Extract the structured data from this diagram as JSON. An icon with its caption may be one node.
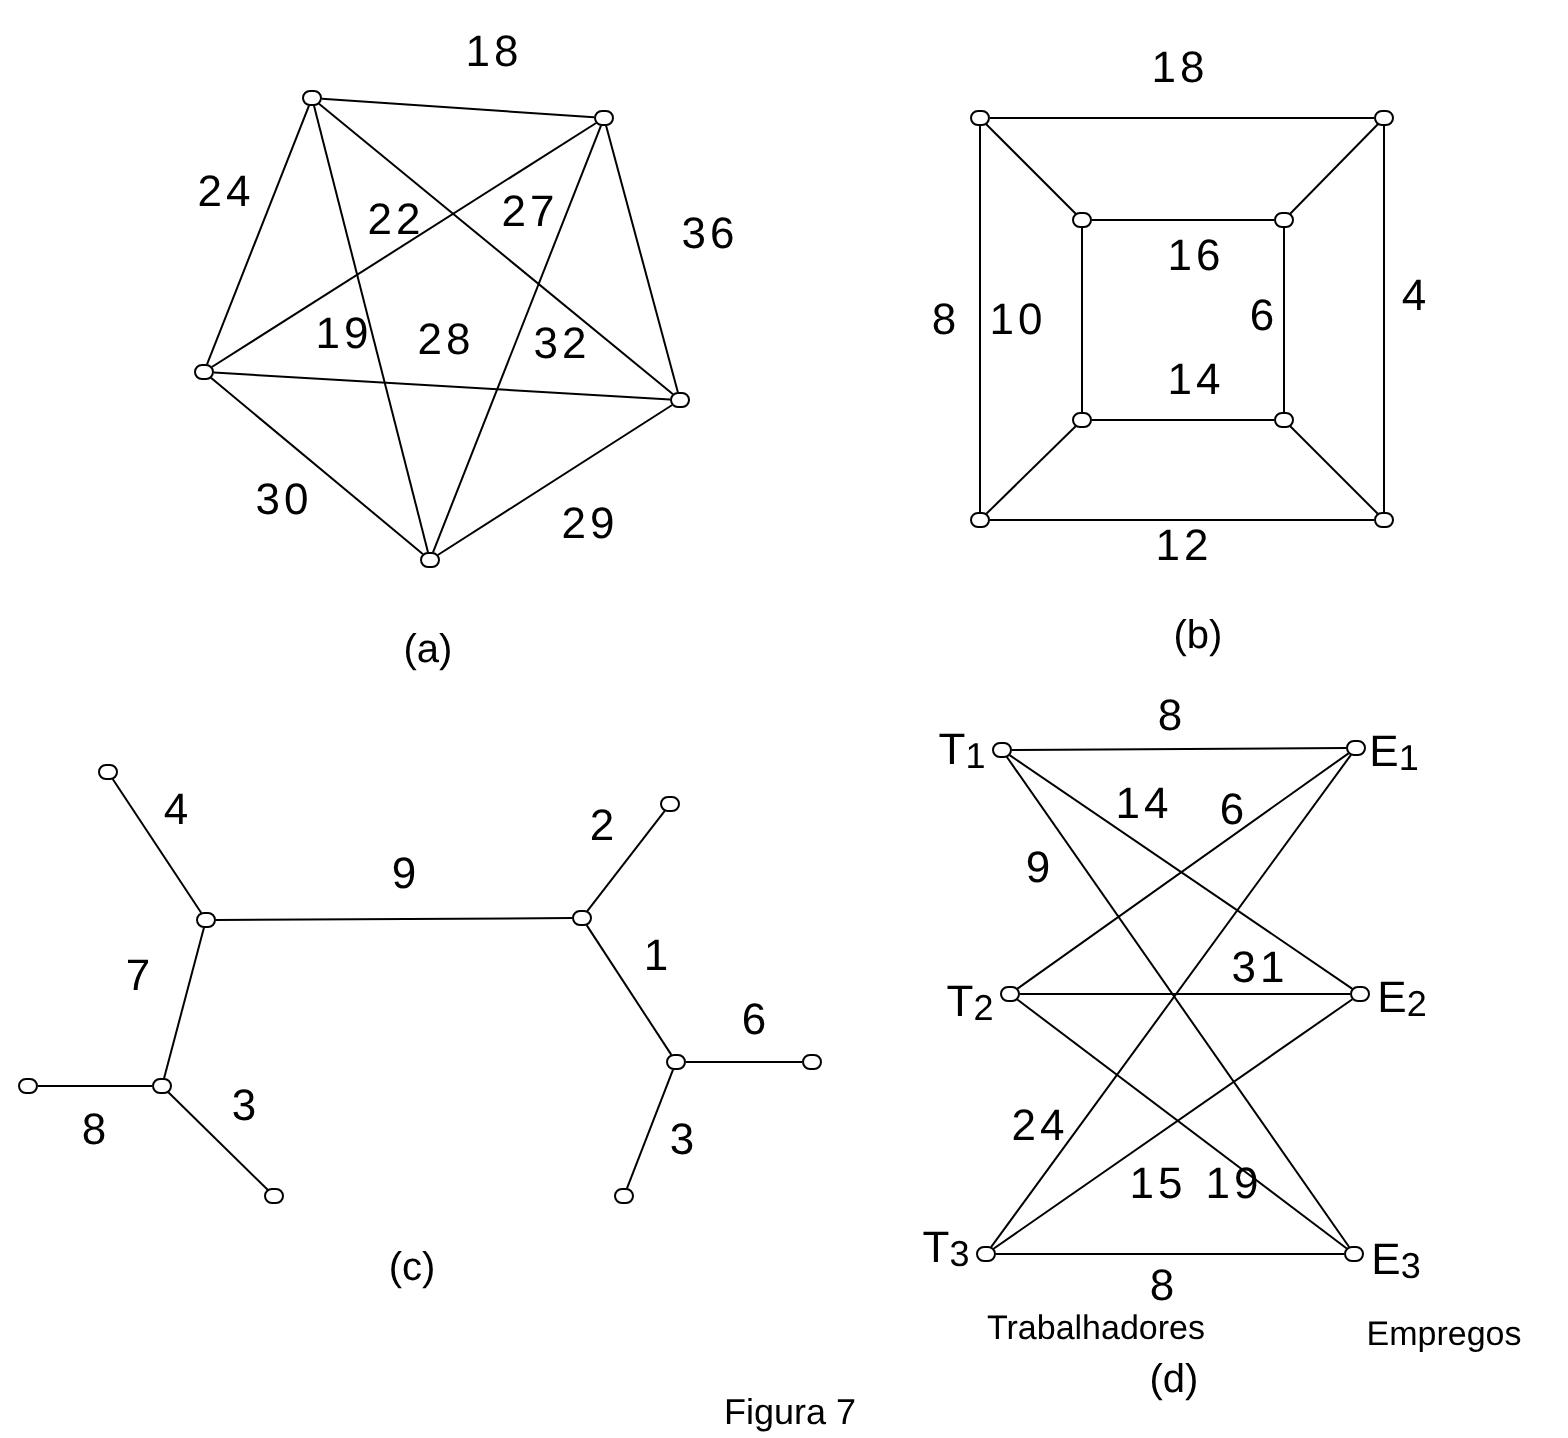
{
  "diagram": {
    "caption": "Figura 7",
    "nodes": [
      {
        "text": [],
        "shape": "circle"
      },
      {
        "text": [],
        "shape": "circle"
      },
      {
        "text": [],
        "shape": "circle"
      },
      {
        "text": [],
        "shape": "circle"
      },
      {
        "text": [],
        "shape": "circle"
      },
      {
        "text": [],
        "shape": "circle"
      },
      {
        "text": [],
        "shape": "circle"
      },
      {
        "text": [],
        "shape": "circle"
      },
      {
        "text": [],
        "shape": "circle"
      },
      {
        "text": [],
        "shape": "circle"
      },
      {
        "text": [],
        "shape": "circle"
      },
      {
        "text": [],
        "shape": "circle"
      },
      {
        "text": [],
        "shape": "circle"
      },
      {
        "text": [],
        "shape": "circle"
      },
      {
        "text": [],
        "shape": "circle"
      },
      {
        "text": [],
        "shape": "circle"
      },
      {
        "text": [],
        "shape": "circle"
      },
      {
        "text": [],
        "shape": "circle"
      },
      {
        "text": [],
        "shape": "circle"
      },
      {
        "text": [],
        "shape": "circle"
      },
      {
        "text": [],
        "shape": "circle"
      },
      {
        "text": [],
        "shape": "circle"
      },
      {
        "text": [],
        "shape": "circle"
      },
      {
        "text": [],
        "shape": "circle",
        "beside": [
          "T$_{1}$"
        ]
      },
      {
        "text": [],
        "shape": "circle",
        "beside": [
          "E$_{1}$"
        ]
      },
      {
        "text": [],
        "shape": "circle",
        "beside": [
          "T$_{2}$"
        ]
      },
      {
        "text": [],
        "shape": "circle",
        "beside": [
          "E$_{2}$"
        ]
      },
      {
        "text": [],
        "shape": "circle",
        "beside": [
          "T$_{3}$"
        ]
      },
      {
        "text": [],
        "shape": "circle",
        "beside": [
          "E$_{3}$"
        ]
      }
    ],
    "edges": [
      {
        "from": 0,
        "to": 1,
        "arrow": "none",
        "label": "18"
      },
      {
        "from": 0,
        "to": 2,
        "arrow": "none",
        "label": "24"
      },
      {
        "from": 0,
        "to": 4,
        "arrow": "none"
      },
      {
        "from": 0,
        "to": 3,
        "arrow": "none"
      },
      {
        "from": 1,
        "to": 2,
        "arrow": "none"
      },
      {
        "from": 1,
        "to": 4,
        "arrow": "none"
      },
      {
        "from": 1,
        "to": 3,
        "arrow": "none",
        "label": "36"
      },
      {
        "from": 2,
        "to": 3,
        "arrow": "none"
      },
      {
        "from": 2,
        "to": 4,
        "arrow": "none",
        "label": "30"
      },
      {
        "from": 3,
        "to": 4,
        "arrow": "none",
        "label": "29"
      },
      {
        "from": 5,
        "to": 6,
        "arrow": "none",
        "label": "18"
      },
      {
        "from": 5,
        "to": 11,
        "arrow": "none",
        "label": "8"
      },
      {
        "from": 6,
        "to": 12,
        "arrow": "none",
        "label": "4"
      },
      {
        "from": 11,
        "to": 12,
        "arrow": "none",
        "label": "12"
      },
      {
        "from": 5,
        "to": 7,
        "arrow": "none"
      },
      {
        "from": 6,
        "to": 8,
        "arrow": "none"
      },
      {
        "from": 9,
        "to": 11,
        "arrow": "none"
      },
      {
        "from": 10,
        "to": 12,
        "arrow": "none"
      },
      {
        "from": 7,
        "to": 8,
        "arrow": "none",
        "label": "16"
      },
      {
        "from": 7,
        "to": 9,
        "arrow": "none",
        "label": "10"
      },
      {
        "from": 8,
        "to": 10,
        "arrow": "none",
        "label": "6"
      },
      {
        "from": 9,
        "to": 10,
        "arrow": "none",
        "label": "14"
      },
      {
        "from": 13,
        "to": 15,
        "arrow": "none",
        "label": "4"
      },
      {
        "from": 15,
        "to": 16,
        "arrow": "none",
        "label": "9"
      },
      {
        "from": 16,
        "to": 14,
        "arrow": "none",
        "label": "2"
      },
      {
        "from": 15,
        "to": 20,
        "arrow": "none",
        "label": "7"
      },
      {
        "from": 16,
        "to": 17,
        "arrow": "none",
        "label": "1"
      },
      {
        "from": 17,
        "to": 18,
        "arrow": "none",
        "label": "6"
      },
      {
        "from": 19,
        "to": 20,
        "arrow": "none",
        "label": "8"
      },
      {
        "from": 20,
        "to": 21,
        "arrow": "none",
        "label": "3"
      },
      {
        "from": 17,
        "to": 22,
        "arrow": "none",
        "label": "3"
      },
      {
        "from": 23,
        "to": 24,
        "arrow": "none",
        "label": "8"
      },
      {
        "from": 23,
        "to": 26,
        "arrow": "none"
      },
      {
        "from": 23,
        "to": 28,
        "arrow": "none"
      },
      {
        "from": 25,
        "to": 24,
        "arrow": "none"
      },
      {
        "from": 25,
        "to": 26,
        "arrow": "none"
      },
      {
        "from": 25,
        "to": 28,
        "arrow": "none"
      },
      {
        "from": 27,
        "to": 24,
        "arrow": "none"
      },
      {
        "from": 27,
        "to": 26,
        "arrow": "none"
      },
      {
        "from": 27,
        "to": 28,
        "arrow": "none",
        "label": "8"
      }
    ],
    "labels": [
      "22",
      "27",
      "19",
      "28",
      "32",
      "(a)",
      "(b)",
      "14",
      "6",
      "9",
      "31",
      "24",
      "15",
      "19",
      "(c)",
      "Trabalhadores",
      "Empregos",
      "(d)"
    ]
  }
}
